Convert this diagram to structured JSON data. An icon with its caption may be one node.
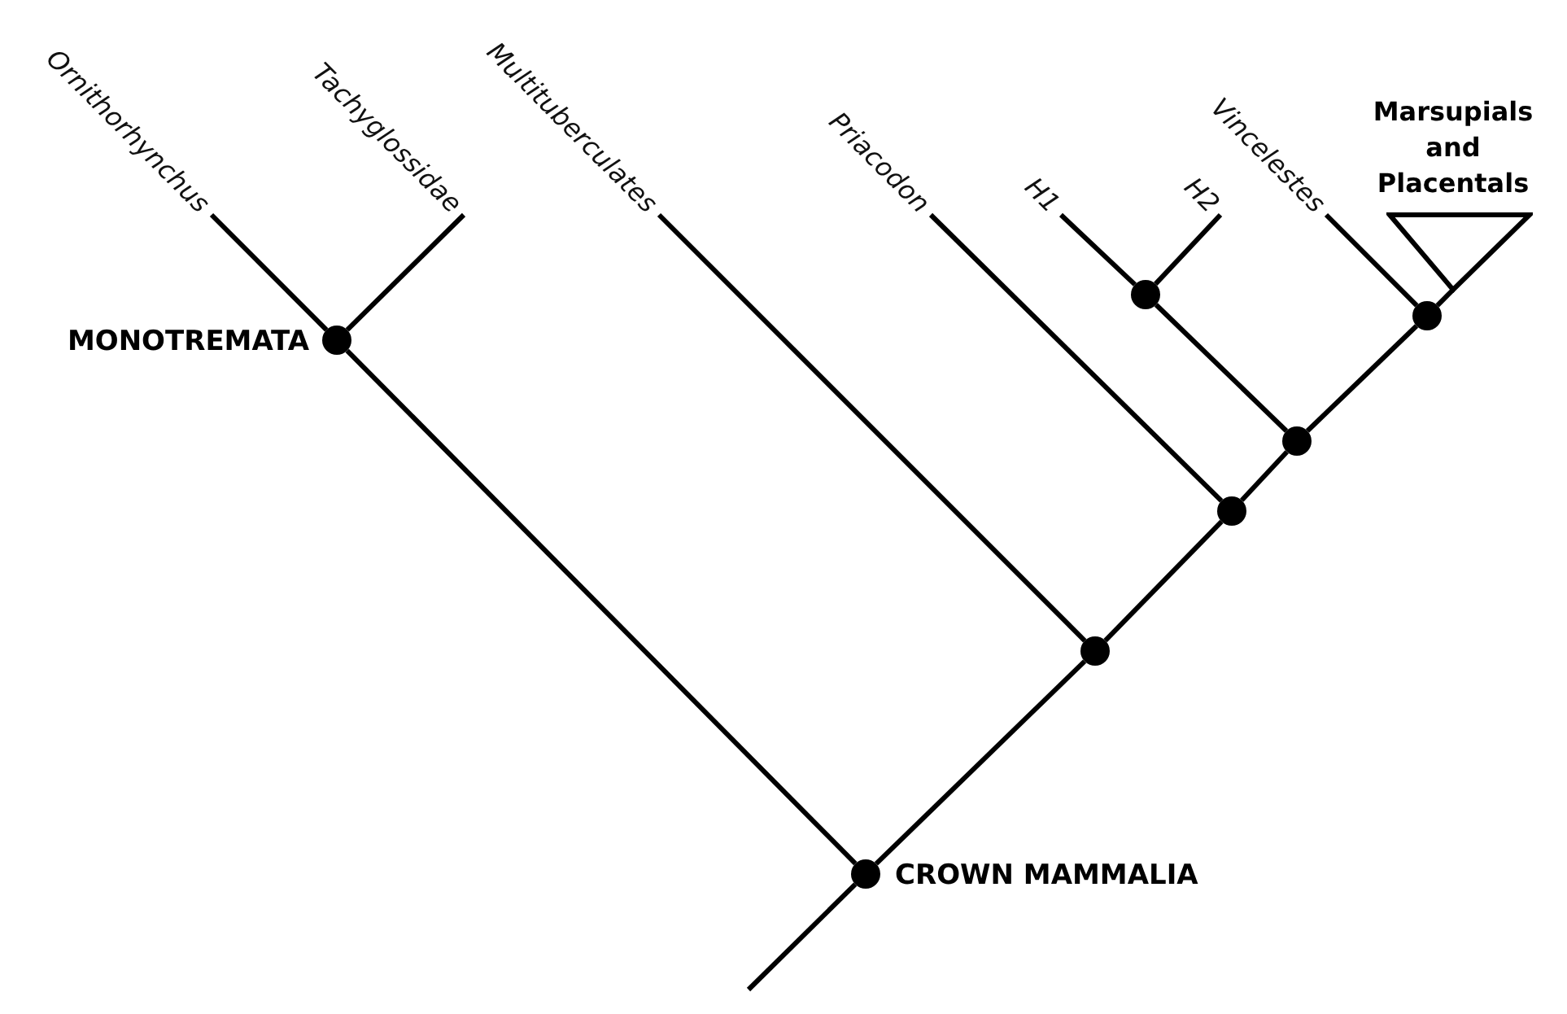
{
  "diagram": {
    "nodes": [
      {
        "text": [
          "Ornithorhynchus"
        ]
      },
      {
        "text": [
          "Tachyglossidae"
        ]
      },
      {
        "text": [
          "Multituberculates"
        ]
      },
      {
        "text": [
          "Priacodon"
        ]
      },
      {
        "text": [
          "H1"
        ]
      },
      {
        "text": [
          "H2"
        ]
      },
      {
        "text": [
          "Vincelestes"
        ]
      },
      {
        "text": [
          "Marsupials and Placentals"
        ]
      },
      {
        "text": [],
        "shape": "circle",
        "beside": [
          "MONOTREMATA"
        ]
      },
      {
        "text": [],
        "shape": "circle"
      },
      {
        "text": [],
        "shape": "circle"
      },
      {
        "text": [],
        "shape": "circle"
      },
      {
        "text": [],
        "shape": "circle"
      },
      {
        "text": [],
        "shape": "circle"
      },
      {
        "text": [],
        "shape": "circle",
        "beside": [
          "CROWN MAMMALIA"
        ]
      }
    ],
    "edges": [
      {
        "from": 8,
        "to": 0,
        "arrow": "none"
      },
      {
        "from": 8,
        "to": 1,
        "arrow": "none"
      },
      {
        "from": 14,
        "to": 8,
        "arrow": "none"
      },
      {
        "from": 13,
        "to": 2,
        "arrow": "none"
      },
      {
        "from": 12,
        "to": 3,
        "arrow": "none"
      },
      {
        "from": 9,
        "to": 4,
        "arrow": "none"
      },
      {
        "from": 9,
        "to": 5,
        "arrow": "none"
      },
      {
        "from": 10,
        "to": 6,
        "arrow": "none"
      },
      {
        "from": 10,
        "to": 7,
        "arrow": "none"
      },
      {
        "from": 11,
        "to": 9,
        "arrow": "none"
      },
      {
        "from": 11,
        "to": 10,
        "arrow": "none"
      },
      {
        "from": 12,
        "to": 11,
        "arrow": "none"
      },
      {
        "from": 13,
        "to": 12,
        "arrow": "none"
      },
      {
        "from": 14,
        "to": 13,
        "arrow": "none"
      },
      {
        "from": null,
        "to": 14,
        "arrow": "none"
      }
    ]
  }
}
